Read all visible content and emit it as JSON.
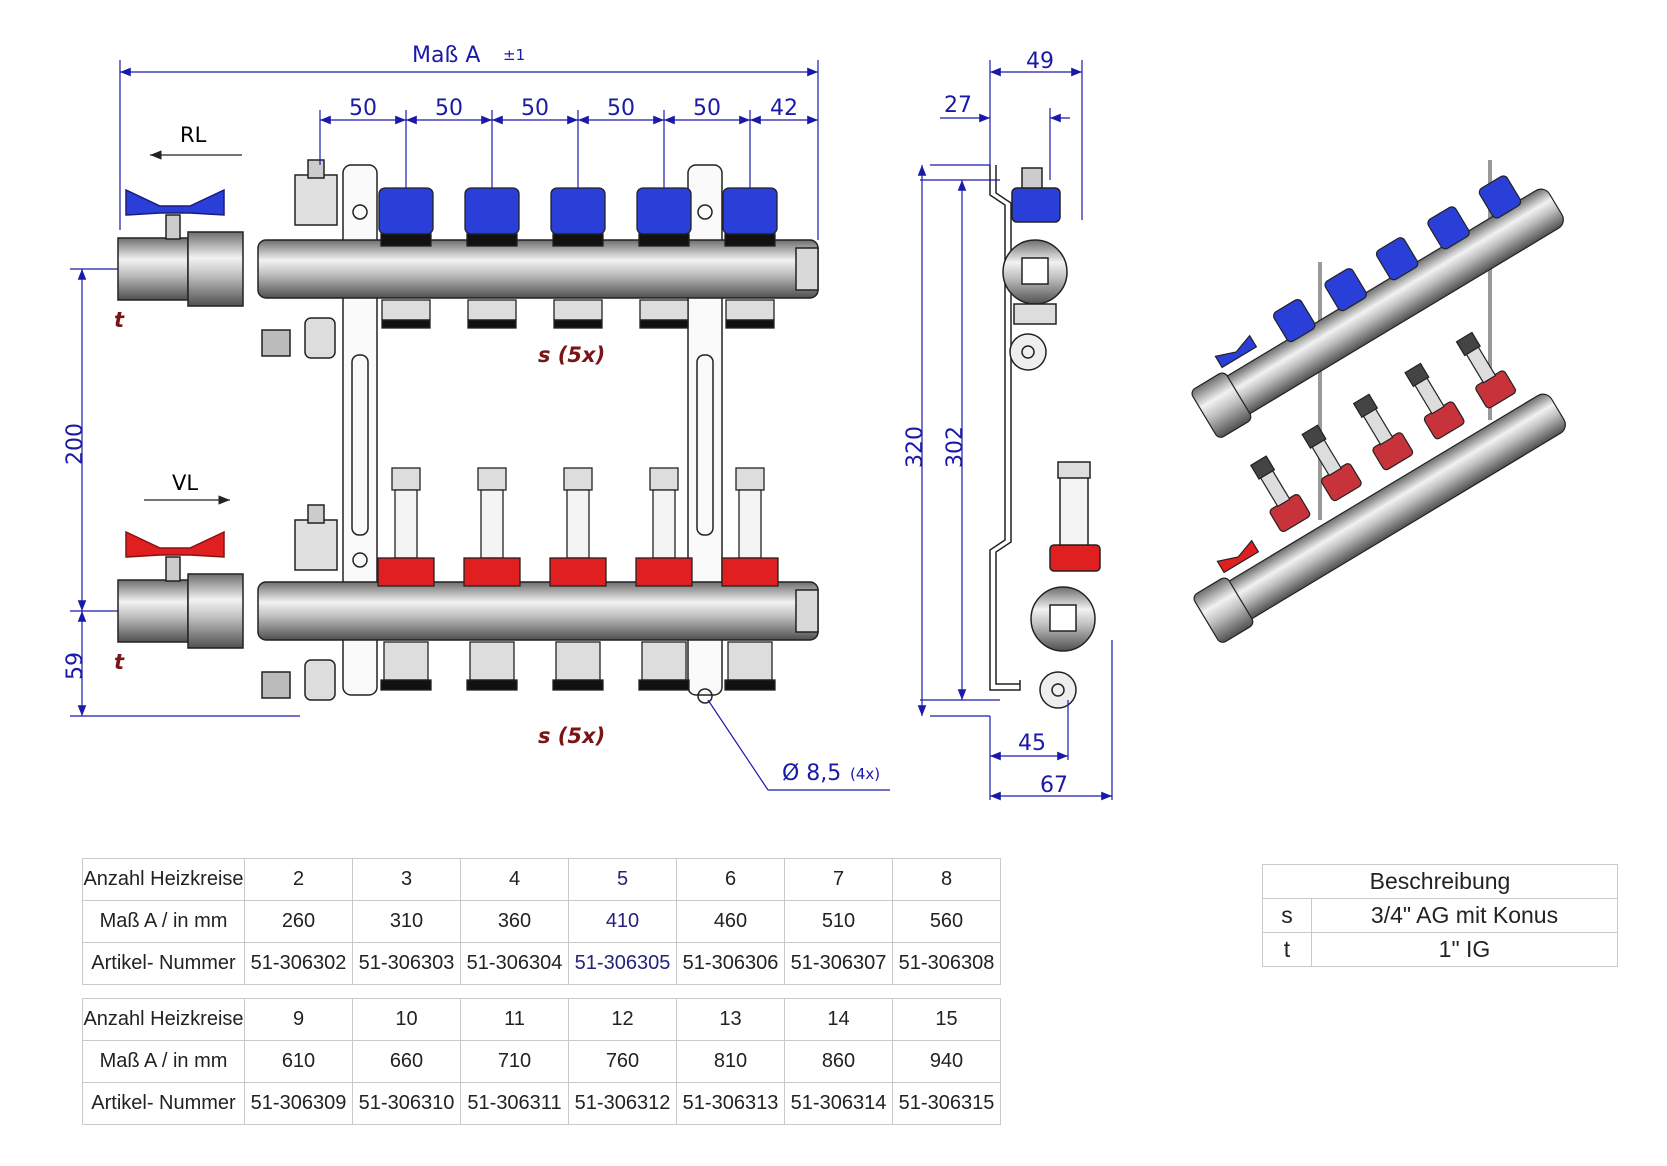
{
  "drawing": {
    "dimensions": {
      "mass_a": "Maß A",
      "mass_a_tol": "±1",
      "pitch": [
        "50",
        "50",
        "50",
        "50",
        "50"
      ],
      "end_offset": "42",
      "height_200": "200",
      "height_59": "59",
      "side_49": "49",
      "side_27": "27",
      "side_320": "320",
      "side_302": "302",
      "side_45": "45",
      "side_67": "67",
      "hole_diameter": "Ø 8,5",
      "hole_count": "(4x)"
    },
    "labels": {
      "rl": "RL",
      "vl": "VL",
      "t_top": "t",
      "t_bottom": "t",
      "s_top": "s (5x)",
      "s_bottom": "s (5x)"
    },
    "colors": {
      "dimension_blue": "#1a1aa8",
      "return_blue": "#2a3fd8",
      "flow_red": "#e02020",
      "mark_red": "#7a1416"
    }
  },
  "table1": {
    "rows": [
      {
        "label": "Anzahl Heizkreise",
        "values": [
          "2",
          "3",
          "4",
          "5",
          "6",
          "7",
          "8"
        ]
      },
      {
        "label": "Maß A / in mm",
        "values": [
          "260",
          "310",
          "360",
          "410",
          "460",
          "510",
          "560"
        ]
      },
      {
        "label": "Artikel- Nummer",
        "values": [
          "51-306302",
          "51-306303",
          "51-306304",
          "51-306305",
          "51-306306",
          "51-306307",
          "51-306308"
        ]
      }
    ]
  },
  "table2": {
    "rows": [
      {
        "label": "Anzahl Heizkreise",
        "values": [
          "9",
          "10",
          "11",
          "12",
          "13",
          "14",
          "15"
        ]
      },
      {
        "label": "Maß A / in mm",
        "values": [
          "610",
          "660",
          "710",
          "760",
          "810",
          "860",
          "940"
        ]
      },
      {
        "label": "Artikel- Nummer",
        "values": [
          "51-306309",
          "51-306310",
          "51-306311",
          "51-306312",
          "51-306313",
          "51-306314",
          "51-306315"
        ]
      }
    ]
  },
  "description": {
    "title": "Beschreibung",
    "rows": [
      {
        "key": "s",
        "value": "3/4\" AG mit Konus"
      },
      {
        "key": "t",
        "value": "1\" IG"
      }
    ]
  }
}
